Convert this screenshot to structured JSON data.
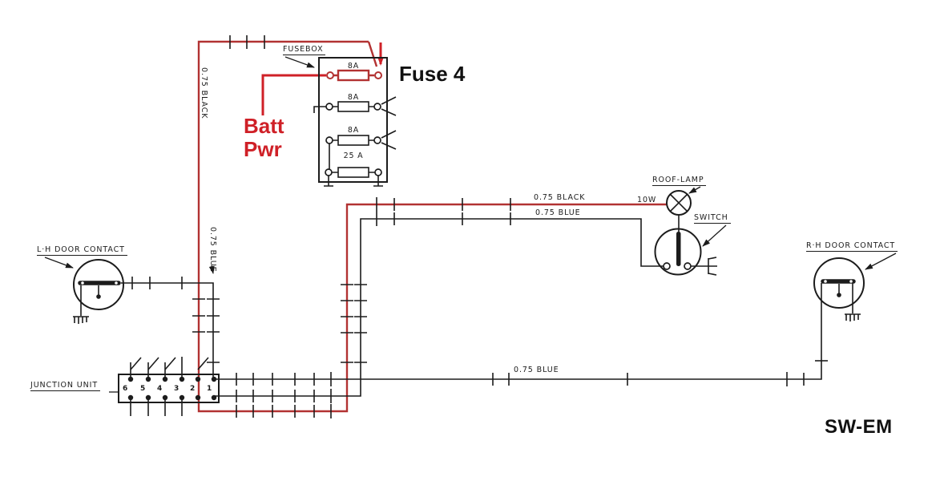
{
  "colors": {
    "wire": "#1c1c1c",
    "highlight": "#b23232",
    "annotation": "#cf2027",
    "background": "#ffffff"
  },
  "annotations": {
    "fuse_callout": "Fuse 4",
    "batt_line1": "Batt",
    "batt_line2": "Pwr",
    "watermark": "SW-EM"
  },
  "components": {
    "fusebox": {
      "label": "FUSEBOX",
      "fuses": [
        {
          "rating": "8A"
        },
        {
          "rating": "8A"
        },
        {
          "rating": "8A"
        },
        {
          "rating": "25 A"
        }
      ]
    },
    "roof_lamp": {
      "label": "ROOF-LAMP",
      "power": "10W"
    },
    "switch": {
      "label": "SWITCH"
    },
    "lh_door_contact": {
      "label": "L·H DOOR CONTACT"
    },
    "rh_door_contact": {
      "label": "R·H DOOR CONTACT"
    },
    "junction_unit": {
      "label": "JUNCTION UNIT",
      "terminals": [
        "6",
        "5",
        "4",
        "3",
        "2",
        "1"
      ]
    }
  },
  "wire_labels": {
    "feed_vertical": "0.75 BLACK",
    "door_vertical": "0.75 BLUE",
    "lamp_feed": "0.75 BLACK",
    "switch_feed": "0.75 BLUE",
    "door_bus": "0.75 BLUE"
  }
}
